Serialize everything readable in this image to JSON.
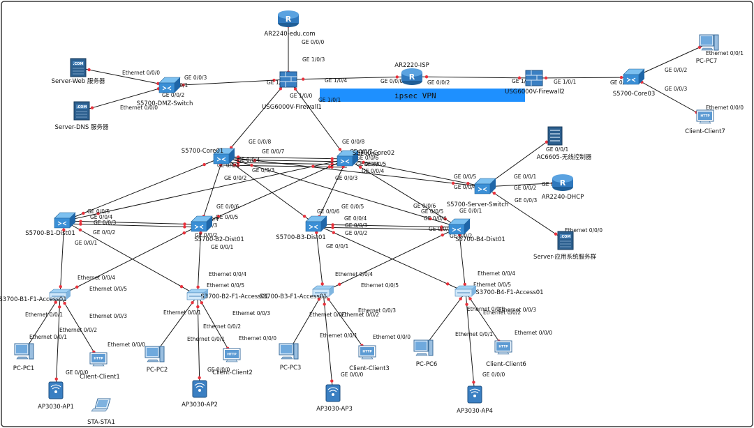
{
  "vpn_banner": {
    "label": "ipsec VPN",
    "color": "#1e90ff"
  },
  "colors": {
    "link": "#1a1a1a",
    "port_dot": "#e8323c",
    "router": "#3b86c6",
    "switch": "#3a8fd6",
    "server": "#2c5f8e",
    "firewall": "#3a7fc2"
  },
  "devices": [
    {
      "id": "ar2240edu",
      "type": "router-icon",
      "label": "AR2240-edu.com"
    },
    {
      "id": "fw1",
      "type": "firewall-icon",
      "label": "USG6000V-Firewall1"
    },
    {
      "id": "isp",
      "type": "router-icon",
      "label": "AR2220-ISP"
    },
    {
      "id": "fw2",
      "type": "firewall-icon",
      "label": "USG6000V-Firewall2"
    },
    {
      "id": "core03",
      "type": "switch-icon",
      "label": "S5700-Core03"
    },
    {
      "id": "pc7",
      "type": "pc-icon",
      "label": "PC-PC7"
    },
    {
      "id": "client7",
      "type": "client-icon",
      "label": "Client-Client7"
    },
    {
      "id": "srvweb",
      "type": "server-icon",
      "label": "Server-Web 服务器"
    },
    {
      "id": "srvdns",
      "type": "server-icon",
      "label": "Server-DNS 服务器"
    },
    {
      "id": "dmz",
      "type": "switch-icon",
      "label": "S5700-DMZ-Switch"
    },
    {
      "id": "core01",
      "type": "switch-icon",
      "label": "S5700-Core01"
    },
    {
      "id": "core02",
      "type": "switch-icon",
      "label": "S5700-Core02"
    },
    {
      "id": "ac6605",
      "type": "ac-icon",
      "label": "AC6605-无线控制器"
    },
    {
      "id": "dhcp",
      "type": "router-icon",
      "label": "AR2240-DHCP"
    },
    {
      "id": "srvsw",
      "type": "switch-icon",
      "label": "S5700-Server-Switch"
    },
    {
      "id": "appsrv",
      "type": "server-icon",
      "label": "Server-应用系统服务群"
    },
    {
      "id": "b1d",
      "type": "switch-icon",
      "label": "S5700-B1-Dist01"
    },
    {
      "id": "b2d",
      "type": "switch-icon",
      "label": "S5700-B2-Dist01"
    },
    {
      "id": "b3d",
      "type": "switch-icon",
      "label": "S5700-B3-Dist01"
    },
    {
      "id": "b4d",
      "type": "switch-icon",
      "label": "S5700-B4-Dist01"
    },
    {
      "id": "b1a",
      "type": "access-switch-icon",
      "label": "S3700-B1-F1-Access01"
    },
    {
      "id": "b2a",
      "type": "access-switch-icon",
      "label": "S3700-B2-F1-Access01"
    },
    {
      "id": "b3a",
      "type": "access-switch-icon",
      "label": "S3700-B3-F1-Access01"
    },
    {
      "id": "b4a",
      "type": "access-switch-icon",
      "label": "S3700-B4-F1-Access01"
    },
    {
      "id": "pc1",
      "type": "pc-icon",
      "label": "PC-PC1"
    },
    {
      "id": "cl1",
      "type": "client-icon",
      "label": "Client-Client1"
    },
    {
      "id": "ap1",
      "type": "ap-icon",
      "label": "AP3030-AP1"
    },
    {
      "id": "sta1",
      "type": "laptop-icon",
      "label": "STA-STA1"
    },
    {
      "id": "pc2",
      "type": "pc-icon",
      "label": "PC-PC2"
    },
    {
      "id": "cl2",
      "type": "client-icon",
      "label": "Client-Client2"
    },
    {
      "id": "ap2",
      "type": "ap-icon",
      "label": "AP3030-AP2"
    },
    {
      "id": "pc3",
      "type": "pc-icon",
      "label": "PC-PC3"
    },
    {
      "id": "cl3",
      "type": "client-icon",
      "label": "Client-Client3"
    },
    {
      "id": "ap3",
      "type": "ap-icon",
      "label": "AP3030-AP3"
    },
    {
      "id": "pc6",
      "type": "pc-icon",
      "label": "PC-PC6"
    },
    {
      "id": "cl6",
      "type": "client-icon",
      "label": "Client-Client6"
    },
    {
      "id": "ap4",
      "type": "ap-icon",
      "label": "AP3030-AP4"
    }
  ],
  "links": [
    [
      "ar2240edu",
      "fw1"
    ],
    [
      "fw1",
      "dmz"
    ],
    [
      "dmz",
      "srvweb"
    ],
    [
      "dmz",
      "srvdns"
    ],
    [
      "fw1",
      "isp"
    ],
    [
      "isp",
      "fw2"
    ],
    [
      "fw2",
      "core03"
    ],
    [
      "core03",
      "pc7"
    ],
    [
      "core03",
      "client7"
    ],
    [
      "fw1",
      "core01"
    ],
    [
      "fw1",
      "core02"
    ],
    [
      "core01",
      "core02"
    ],
    [
      "core01",
      "core02"
    ],
    [
      "core01",
      "core02"
    ],
    [
      "core01",
      "core02"
    ],
    [
      "core01",
      "srvsw"
    ],
    [
      "core02",
      "srvsw"
    ],
    [
      "srvsw",
      "ac6605"
    ],
    [
      "srvsw",
      "dhcp"
    ],
    [
      "srvsw",
      "appsrv"
    ],
    [
      "core01",
      "b1d"
    ],
    [
      "core01",
      "b2d"
    ],
    [
      "core01",
      "b3d"
    ],
    [
      "core01",
      "b4d"
    ],
    [
      "core02",
      "b1d"
    ],
    [
      "core02",
      "b2d"
    ],
    [
      "core02",
      "b3d"
    ],
    [
      "core02",
      "b4d"
    ],
    [
      "b1d",
      "b2d"
    ],
    [
      "b1d",
      "b2d"
    ],
    [
      "b3d",
      "b4d"
    ],
    [
      "b3d",
      "b4d"
    ],
    [
      "b1d",
      "b1a"
    ],
    [
      "b1d",
      "b2a"
    ],
    [
      "b2d",
      "b1a"
    ],
    [
      "b2d",
      "b2a"
    ],
    [
      "b3d",
      "b3a"
    ],
    [
      "b3d",
      "b4a"
    ],
    [
      "b4d",
      "b3a"
    ],
    [
      "b4d",
      "b4a"
    ],
    [
      "b1a",
      "pc1"
    ],
    [
      "b1a",
      "cl1"
    ],
    [
      "b1a",
      "ap1"
    ],
    [
      "b2a",
      "pc2"
    ],
    [
      "b2a",
      "cl2"
    ],
    [
      "b2a",
      "ap2"
    ],
    [
      "b3a",
      "pc3"
    ],
    [
      "b3a",
      "cl3"
    ],
    [
      "b3a",
      "ap3"
    ],
    [
      "b4a",
      "pc6"
    ],
    [
      "b4a",
      "cl6"
    ],
    [
      "b4a",
      "ap4"
    ]
  ],
  "port_labels": [
    "GE 0/0/0",
    "GE 1/0/3",
    "GE 1/0/2",
    "GE 0/0/3",
    "GE 0/0/1",
    "GE 0/0/2",
    "Ethernet 0/0/0",
    "Ethernet 0/0/0",
    "GE 1/0/4",
    "GE 0/0/0",
    "GE 0/0/2",
    "GE 1/0/0",
    "GE 1/0/1",
    "GE 0/0/1",
    "GE 0/0/2",
    "GE 0/0/3",
    "Ethernet 0/0/1",
    "Ethernet 0/0/0",
    "GE 1/0/0",
    "GE 1/0/1",
    "GE 0/0/8",
    "GE 0/0/8",
    "GE 0/0/7",
    "GE 0/0/4",
    "GE 0/0/3",
    "GE 0/0/1",
    "GE 0/0/7",
    "GE 0/0/6",
    "GE 0/0/4",
    "GE 0/0/5",
    "GE 0/0/1",
    "GE 0/0/3",
    "GE 0/0/5",
    "GE 0/0/4",
    "GE 0/0/1",
    "GE 0/0/2",
    "GE 0/0/3",
    "GE 0/0/1",
    "GE 0/0/0",
    "Ethernet 0/0/0",
    "GE 0/0/2",
    "GE 0/0/6",
    "GE 0/0/3",
    "GE 0/0/5",
    "GE 0/0/5",
    "GE 0/0/4",
    "GE 0/0/3",
    "GE 0/0/2",
    "GE 0/0/1",
    "GE 0/0/4",
    "GE 0/0/3",
    "GE 0/0/5",
    "GE 0/0/2",
    "GE 0/0/1",
    "GE 0/0/6",
    "GE 0/0/4",
    "GE 0/0/3",
    "GE 0/0/2",
    "GE 0/0/1",
    "GE 0/0/6",
    "GE 0/0/4",
    "GE 0/0/5",
    "GE 0/0/3",
    "GE 0/0/2",
    "GE 0/0/1",
    "Ethernet 0/0/4",
    "Ethernet 0/0/5",
    "Ethernet 0/0/1",
    "Ethernet 0/0/2",
    "Ethernet 0/0/3",
    "Ethernet 0/0/1",
    "GE 0/0/0",
    "Ethernet 0/0/0",
    "Ethernet 0/0/4",
    "Ethernet 0/0/5",
    "Ethernet 0/0/1",
    "Ethernet 0/0/2",
    "Ethernet 0/0/3",
    "Ethernet 0/0/1",
    "GE 0/0/0",
    "Ethernet 0/0/0",
    "Ethernet 0/0/4",
    "Ethernet 0/0/5",
    "Ethernet 0/0/1",
    "Ethernet 0/0/2",
    "Ethernet 0/0/3",
    "Ethernet 0/0/1",
    "GE 0/0/0",
    "Ethernet 0/0/0",
    "Ethernet 0/0/4",
    "Ethernet 0/0/5",
    "Ethernet 0/0/1",
    "Ethernet 0/0/2",
    "Ethernet 0/0/3",
    "Ethernet 0/0/1",
    "GE 0/0/0",
    "Ethernet 0/0/0"
  ]
}
